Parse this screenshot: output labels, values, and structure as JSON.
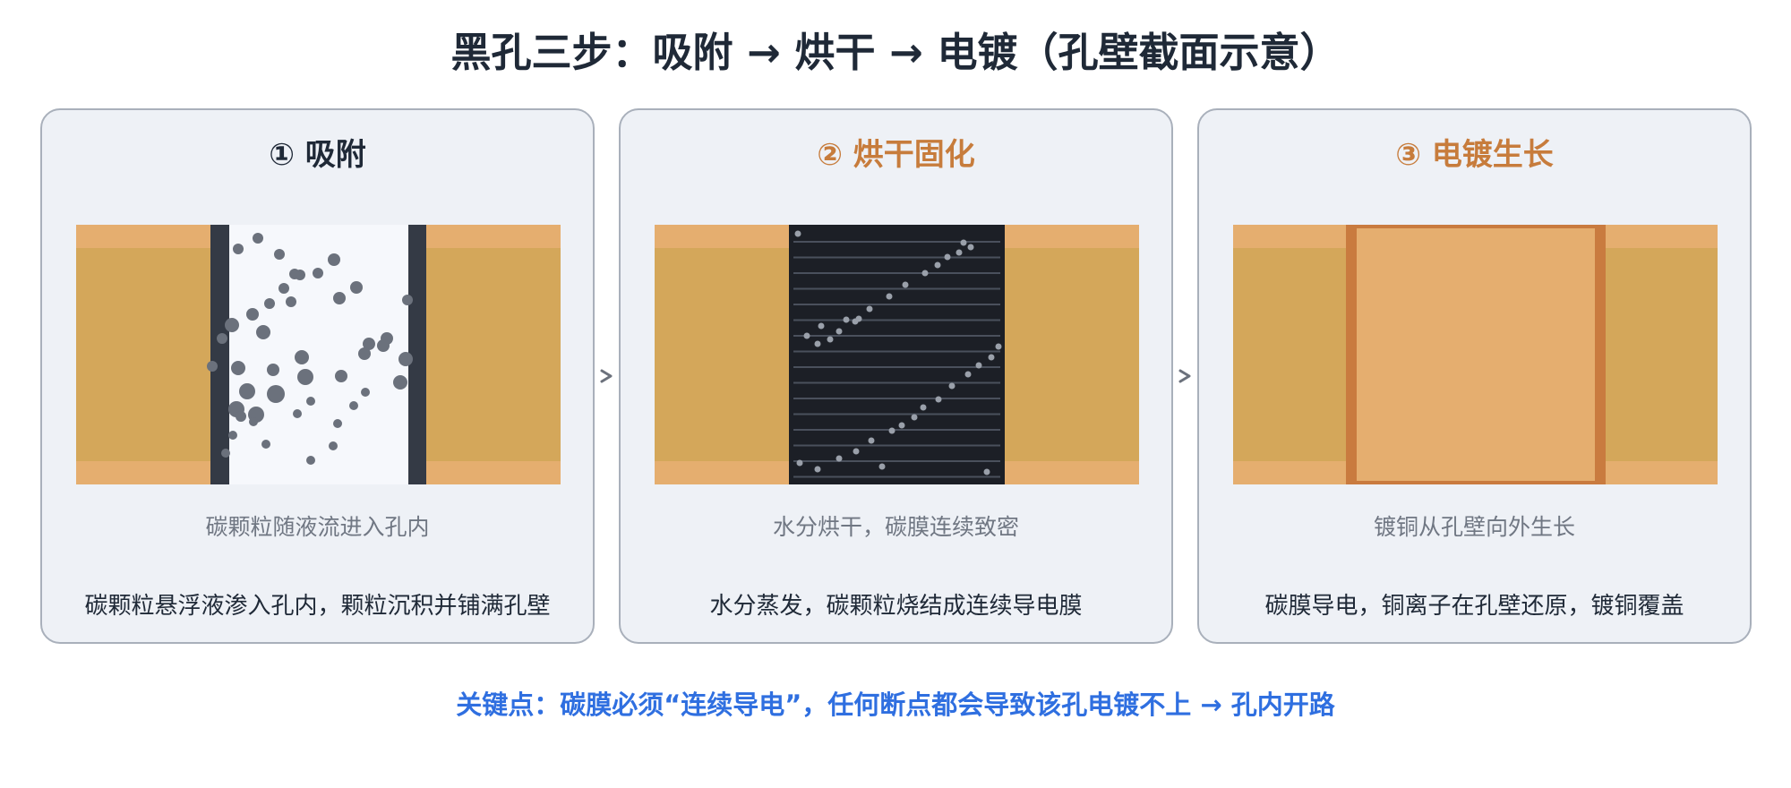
{
  "title": "黑孔三步：吸附 → 烘干 → 电镀（孔壁截面示意）",
  "steps": [
    {
      "heading": "① 吸附",
      "caption": "碳颗粒随液流进入孔内",
      "description": "碳颗粒悬浮液渗入孔内，颗粒沉积并铺满孔壁"
    },
    {
      "heading": "② 烘干固化",
      "caption": "水分烘干，碳膜连续致密",
      "description": "水分蒸发，碳颗粒烧结成连续导电膜"
    },
    {
      "heading": "③ 电镀生长",
      "caption": "镀铜从孔壁向外生长",
      "description": "碳膜导电，铜离子在孔壁还原，镀铜覆盖"
    }
  ],
  "footer": "关键点：碳膜必须“连续导电”，任何断点都会导致该孔电镀不上 → 孔内开路",
  "colors": {
    "title_text": "#1f2937",
    "step1_heading": "#1f2937",
    "step_heading_accent": "#c77c3c",
    "footer_text": "#2f6fe0",
    "copper_layer": "#e5ae6f",
    "board_core": "#d4a75a",
    "carbon_wall": "#343a45",
    "hole_fill": "#f6f8fc",
    "particle": "#6b717c",
    "dried_hole": "#1c1f26",
    "plated_copper": "#e5ae6f",
    "plated_edge": "#c97b3f"
  },
  "icons": [
    "arrow-right-icon",
    "arrow-right-icon"
  ]
}
